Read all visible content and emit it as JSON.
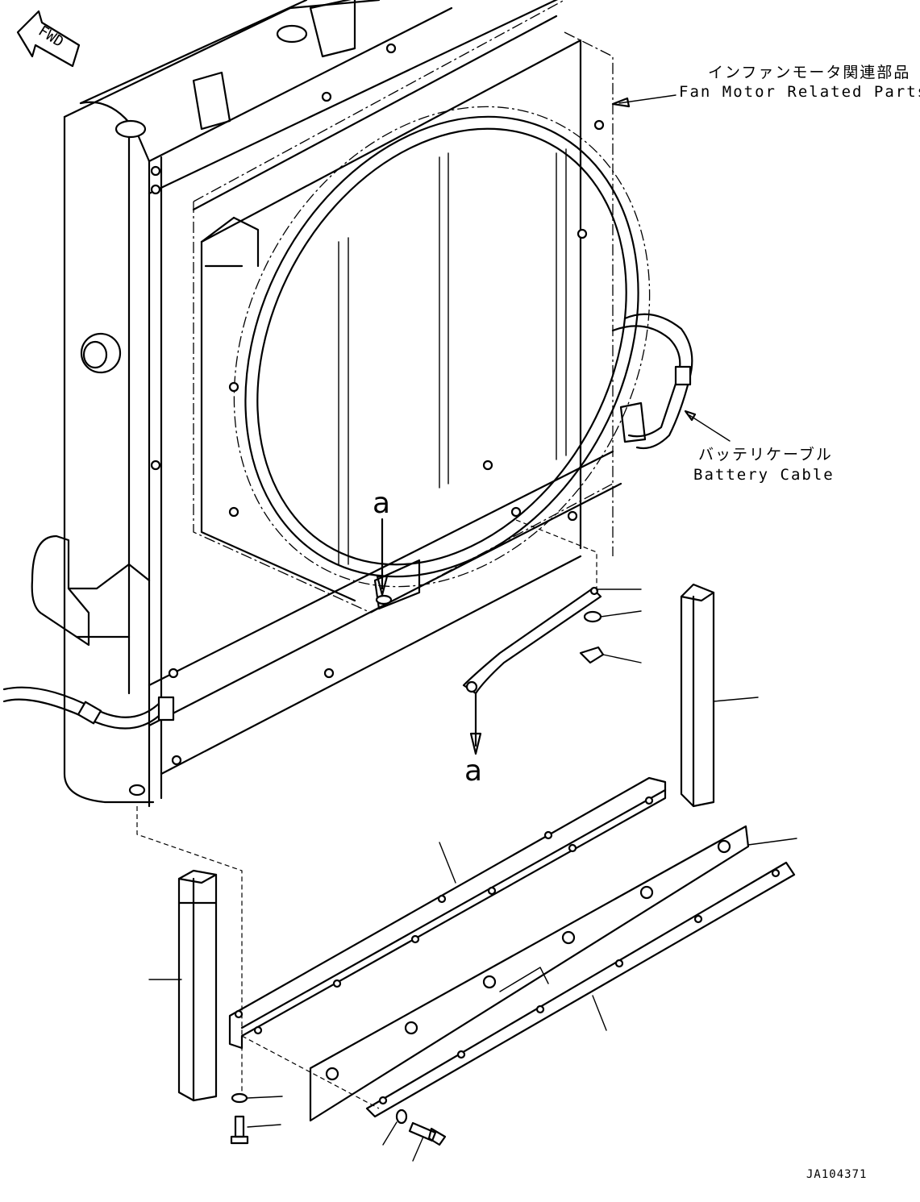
{
  "fwd_label": "FWD",
  "fan_motor": {
    "jp": "インファンモータ関連部品",
    "en": "Fan Motor Related Parts"
  },
  "battery_cable": {
    "jp": "バッテリケーブル",
    "en": "Battery Cable"
  },
  "view_marker": "a",
  "drawing_number": "JA104371"
}
